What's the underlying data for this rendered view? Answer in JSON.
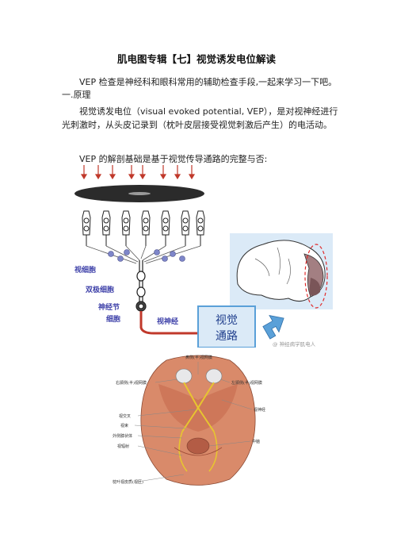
{
  "document": {
    "title": "肌电图专辑【七】视觉诱发电位解读",
    "intro": "VEP 检查是神经科和眼科常用的辅助检查手段,一起来学习一下吧。",
    "section_heading": "一.原理",
    "definition": "视觉诱发电位（visual evoked potential, VEP），是对视神经进行光刺激时，从头皮记录到（枕叶皮层接受视觉刺激后产生）的电活动。",
    "basis": "VEP 的解剖基础是基于视觉传导通路的完整与否:"
  },
  "figure1": {
    "labels": {
      "rod_cells": "视细胞",
      "bipolar_cells": "双极细胞",
      "ganglion_cells_1": "神经节",
      "ganglion_cells_2": "细胞",
      "optic_nerve": "视神经",
      "pathway_line1": "视觉",
      "pathway_line2": "通路"
    },
    "watermark": "@ 神经病学肌电人"
  },
  "figure2": {
    "labels": {
      "nasal_retina": "鼻侧(半)视网膜",
      "right_temporal_retina": "右颞侧(半)视网膜",
      "left_temporal_retina": "左颞侧(半)视网膜",
      "optic_nerve": "视神经",
      "optic_chiasm": "视交叉",
      "optic_tract": "视束",
      "lgn": "外侧膝状体",
      "optic_radiation": "视辐射",
      "midbrain": "中脑",
      "visual_cortex": "枕叶视皮质(视区)"
    }
  }
}
